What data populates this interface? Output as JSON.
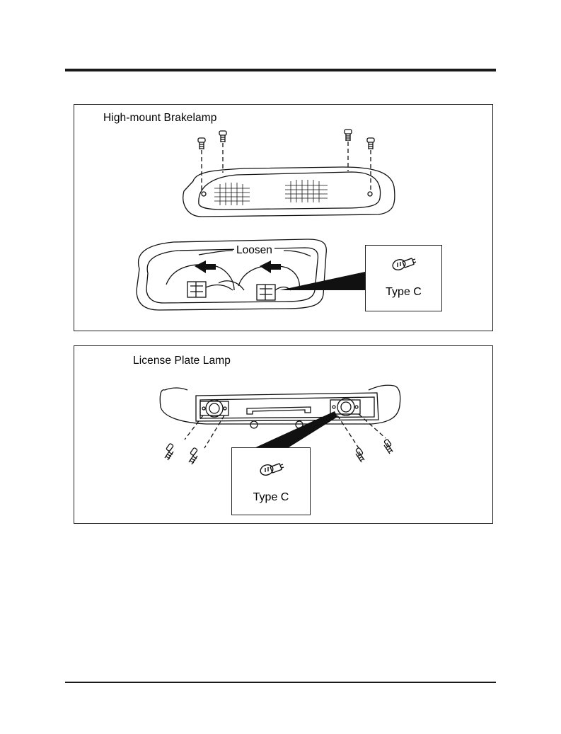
{
  "panels": {
    "brakelamp": {
      "title": "High-mount Brakelamp",
      "instruction": "Loosen",
      "bulb_type": "Type C",
      "icons": [
        "screw-icon",
        "bulb-icon",
        "arrow-icon"
      ]
    },
    "license_plate": {
      "title": "License Plate Lamp",
      "bulb_type": "Type C",
      "icons": [
        "screw-icon",
        "bulb-icon"
      ]
    }
  }
}
